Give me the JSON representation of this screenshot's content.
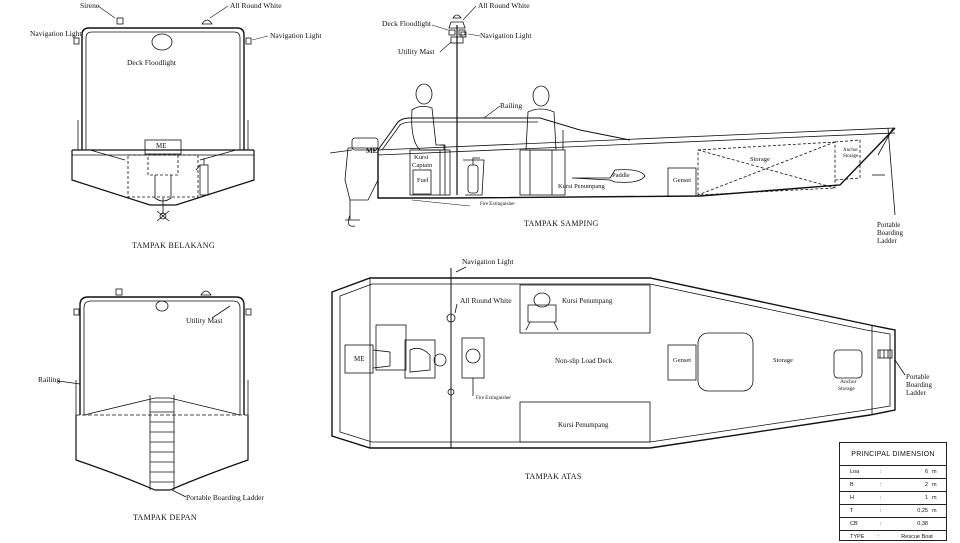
{
  "views": {
    "rear": "TAMPAK BELAKANG",
    "side": "TAMPAK SAMPING",
    "front": "TAMPAK DEPAN",
    "top": "TAMPAK ATAS"
  },
  "labels": {
    "rear": {
      "sirene": "Sirene",
      "all_round_white": "All Round White",
      "nav_light_left": "Navigation Light",
      "nav_light_right": "Navigation Light",
      "deck_floodlight": "Deck Floodlight",
      "me": "ME"
    },
    "side": {
      "deck_floodlight": "Deck Floodlight",
      "all_round_white": "All Round White",
      "utility_mast": "Utility Mast",
      "navigation_light": "Navigation Light",
      "railing": "Railing",
      "me": "ME",
      "kursi_captain_1": "Kursi",
      "kursi_captain_2": "Captain",
      "fuel": "Fuel",
      "fire_extinguisher": "Fire Extinguisher",
      "kursi_penumpang": "Kursi Penumpang",
      "paddle": "Paddle",
      "genset": "Genset",
      "storage": "Storage",
      "anchor_storage_1": "Anchor",
      "anchor_storage_2": "Storage",
      "portable_1": "Portable",
      "portable_2": "Boarding",
      "portable_3": "Ladder"
    },
    "front": {
      "utility_mast": "Utility Mast",
      "railing": "Railing",
      "portable_boarding_ladder": "Portable Boarding  Ladder"
    },
    "top": {
      "navigation_light": "Navigation Light",
      "all_round_white": "All Round White",
      "kursi_penumpang_top": "Kursi Penumpang",
      "me": "ME",
      "non_slip": "Non-slip Load Deck",
      "genset": "Genset",
      "storage": "Storage",
      "anchor_storage_1": "Anchor",
      "anchor_storage_2": "Storage",
      "fire_extinguisher": "Fire Extinguisher",
      "kursi_penumpang_bottom": "Kursi Penumpang",
      "portable_1": "Portable",
      "portable_2": "Boarding",
      "portable_3": "Ladder"
    }
  },
  "dimension_table": {
    "title": "PRINCIPAL DIMENSION",
    "rows": [
      {
        "key": "Loa",
        "sep": ":",
        "value": "6",
        "unit": "m"
      },
      {
        "key": "B",
        "sep": ":",
        "value": "2",
        "unit": "m"
      },
      {
        "key": "H",
        "sep": ":",
        "value": "1",
        "unit": "m"
      },
      {
        "key": "T",
        "sep": ":",
        "value": "0,25",
        "unit": "m"
      },
      {
        "key": "CB",
        "sep": ":",
        "value": "0,38",
        "unit": ""
      },
      {
        "key": "TYPE",
        "sep": ":",
        "value": "Rescue Boat",
        "unit": ""
      }
    ]
  }
}
